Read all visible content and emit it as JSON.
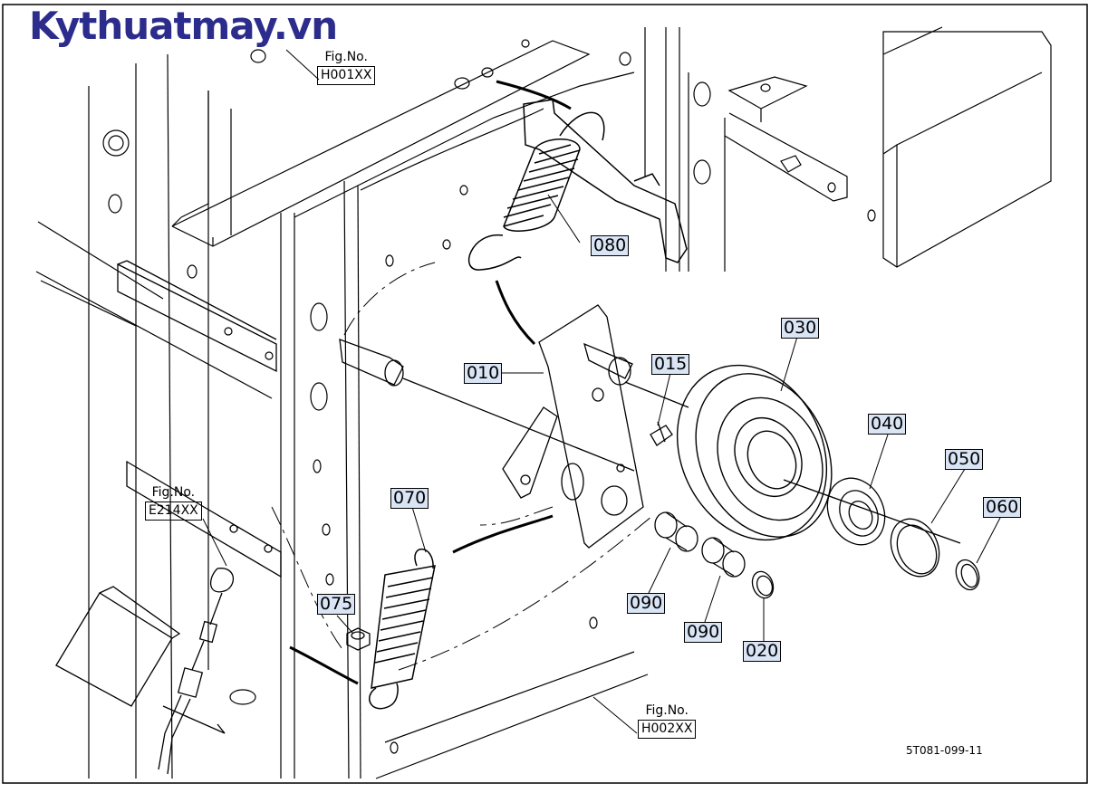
{
  "watermark": "Kythuatmay.vn",
  "figure_refs": {
    "top": {
      "label": "Fig.No.",
      "code": "H001XX"
    },
    "left": {
      "label": "Fig.No.",
      "code": "E214XX"
    },
    "bottom": {
      "label": "Fig.No.",
      "code": "H002XX"
    }
  },
  "parts": {
    "p010": "010",
    "p015": "015",
    "p020": "020",
    "p030": "030",
    "p040": "040",
    "p050": "050",
    "p060": "060",
    "p070": "070",
    "p075": "075",
    "p080": "080",
    "p090a": "090",
    "p090b": "090"
  },
  "drawing_code": "5T081-099-11",
  "colors": {
    "watermark": "#2c2c8c",
    "callout_bg": "#d9e4f5"
  }
}
